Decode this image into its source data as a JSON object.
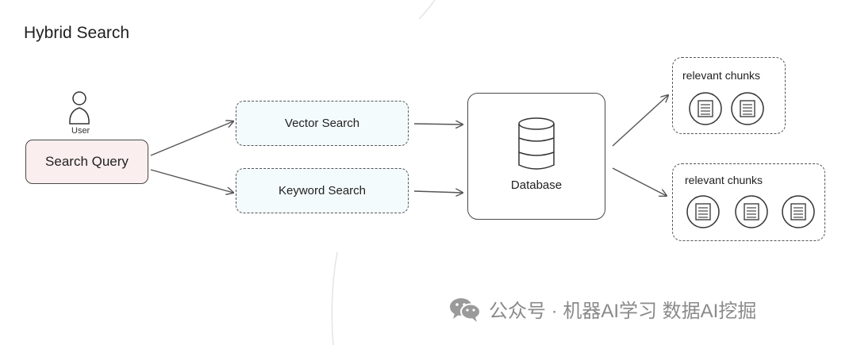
{
  "diagram": {
    "title": "Hybrid Search",
    "user_label": "User",
    "query_label": "Search Query",
    "vector_label": "Vector Search",
    "keyword_label": "Keyword Search",
    "database_label": "Database",
    "chunks_top_label": "relevant chunks",
    "chunks_bottom_label": "relevant chunks"
  },
  "watermark": {
    "text": "公众号 · 机器AI学习 数据AI挖掘"
  },
  "colors": {
    "query_fill": "#fbeeee",
    "search_fill": "#f4fbfc",
    "stroke": "#4a4a4a",
    "watermark": "#8a8a8a"
  }
}
